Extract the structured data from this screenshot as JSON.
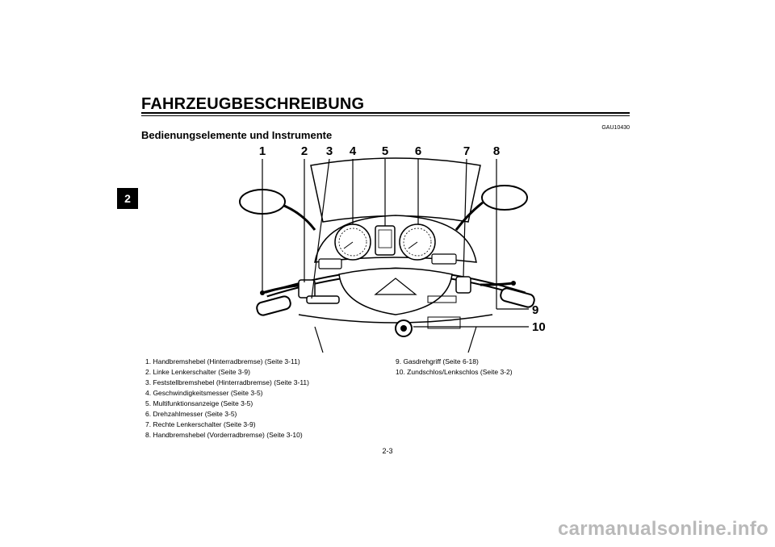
{
  "chapter_tab": "2",
  "header": {
    "title": "FAHRZEUGBESCHREIBUNG"
  },
  "doc_code": "GAU10430",
  "section_title": "Bedienungselemente und Instrumente",
  "figure": {
    "callouts": [
      "1",
      "2",
      "3",
      "4",
      "5",
      "6",
      "7",
      "8",
      "9",
      "10"
    ]
  },
  "legend": {
    "left": [
      "1. Handbremshebel (Hinterradbremse) (Seite 3-11)",
      "2. Linke Lenkerschalter (Seite 3-9)",
      "3. Feststellbremshebel (Hinterradbremse) (Seite 3-11)",
      "4. Geschwindigkeitsmesser (Seite 3-5)",
      "5. Multifunktionsanzeige (Seite 3-5)",
      "6. Drehzahlmesser (Seite 3-5)",
      "7. Rechte Lenkerschalter (Seite 3-9)",
      "8. Handbremshebel (Vorderradbremse) (Seite 3-10)"
    ],
    "right": [
      "9. Gasdrehgriff (Seite 6-18)",
      "10. Zundschlos/Lenkschlos (Seite 3-2)"
    ]
  },
  "page_number": "2-3",
  "watermark": "carmanualsonline.info"
}
